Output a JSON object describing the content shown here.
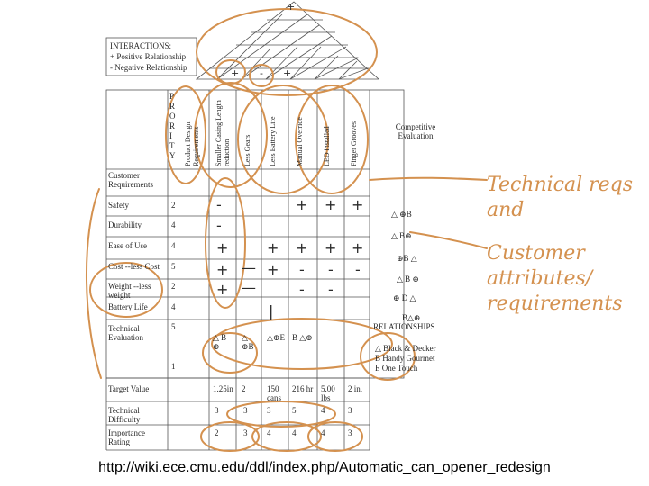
{
  "interactions": {
    "title": "INTERACTIONS:",
    "positive": "+ Positive Relationship",
    "negative": "- Negative Relationship"
  },
  "roof_marks": [
    "+",
    "-",
    "+",
    "-",
    "+"
  ],
  "priority_label": [
    "P",
    "R",
    "O",
    "R",
    "I",
    "T",
    "Y"
  ],
  "technical_requirements": [
    "Product Design Requirements",
    "Smaller Casing Length reduction",
    "Less Gears",
    "Less Battery Life",
    "Manual Override",
    "LED installed",
    "Finger Grooves"
  ],
  "competitive_evaluation": "Competitive Evaluation",
  "customer_requirements_header": "Customer Requirements",
  "rows": [
    {
      "name": "Safety",
      "priority": "2",
      "marks": [
        "-",
        "",
        "",
        "+",
        "+",
        "+"
      ],
      "comp": "△ ⊕B"
    },
    {
      "name": "Durability",
      "priority": "4",
      "marks": [
        "-",
        "",
        "",
        "",
        "",
        ""
      ],
      "comp": "△ B⊕"
    },
    {
      "name": "Ease of Use",
      "priority": "4",
      "marks": [
        "+",
        "",
        "+",
        "+",
        "+",
        "+"
      ],
      "comp": "⊕B △"
    },
    {
      "name": "Cost --less Cost",
      "priority": "5",
      "marks": [
        "+",
        "—",
        "+",
        "-",
        "-",
        "-"
      ],
      "comp": "△ B ⊕"
    },
    {
      "name": "Weight --less weight",
      "priority": "2",
      "marks": [
        "+",
        "—",
        "",
        "-",
        "-",
        ""
      ],
      "comp": "⊕ D △"
    },
    {
      "name": "Battery Life",
      "priority": "4",
      "marks": [
        "",
        "",
        "|",
        "",
        "",
        ""
      ],
      "comp": ""
    }
  ],
  "technical_evaluation": {
    "label": "Technical Evaluation",
    "priority_top": "5",
    "priority_bottom": "1",
    "cells": [
      "△ B ⊕",
      "△ ⊕B",
      "△⊕E",
      "B △⊕"
    ],
    "legend_comp": "B△⊕"
  },
  "relationships": {
    "title": "RELATIONSHIPS",
    "items": [
      "△ Black & Decker",
      "B Handy Gourmet",
      "E One Touch"
    ]
  },
  "target_value": {
    "label": "Target Value",
    "values": [
      "1.25in",
      "2",
      "150 cans",
      "216 hr",
      "5.00 lbs",
      "2 in."
    ]
  },
  "technical_difficulty": {
    "label": "Technical Difficulty",
    "values": [
      "3",
      "3",
      "3",
      "5",
      "4",
      "3"
    ]
  },
  "importance_rating": {
    "label": "Importance Rating",
    "values": [
      "2",
      "3",
      "4",
      "4",
      "4",
      "3"
    ]
  },
  "handwriting": {
    "note1": "Technical reqs and",
    "note2": "Customer attributes/ requirements"
  },
  "footer_url": "http://wiki.ece.cmu.edu/ddl/index.php/Automatic_can_opener_redesign",
  "colors": {
    "annotation": "#d4914f",
    "ink": "#2a2a2a"
  }
}
